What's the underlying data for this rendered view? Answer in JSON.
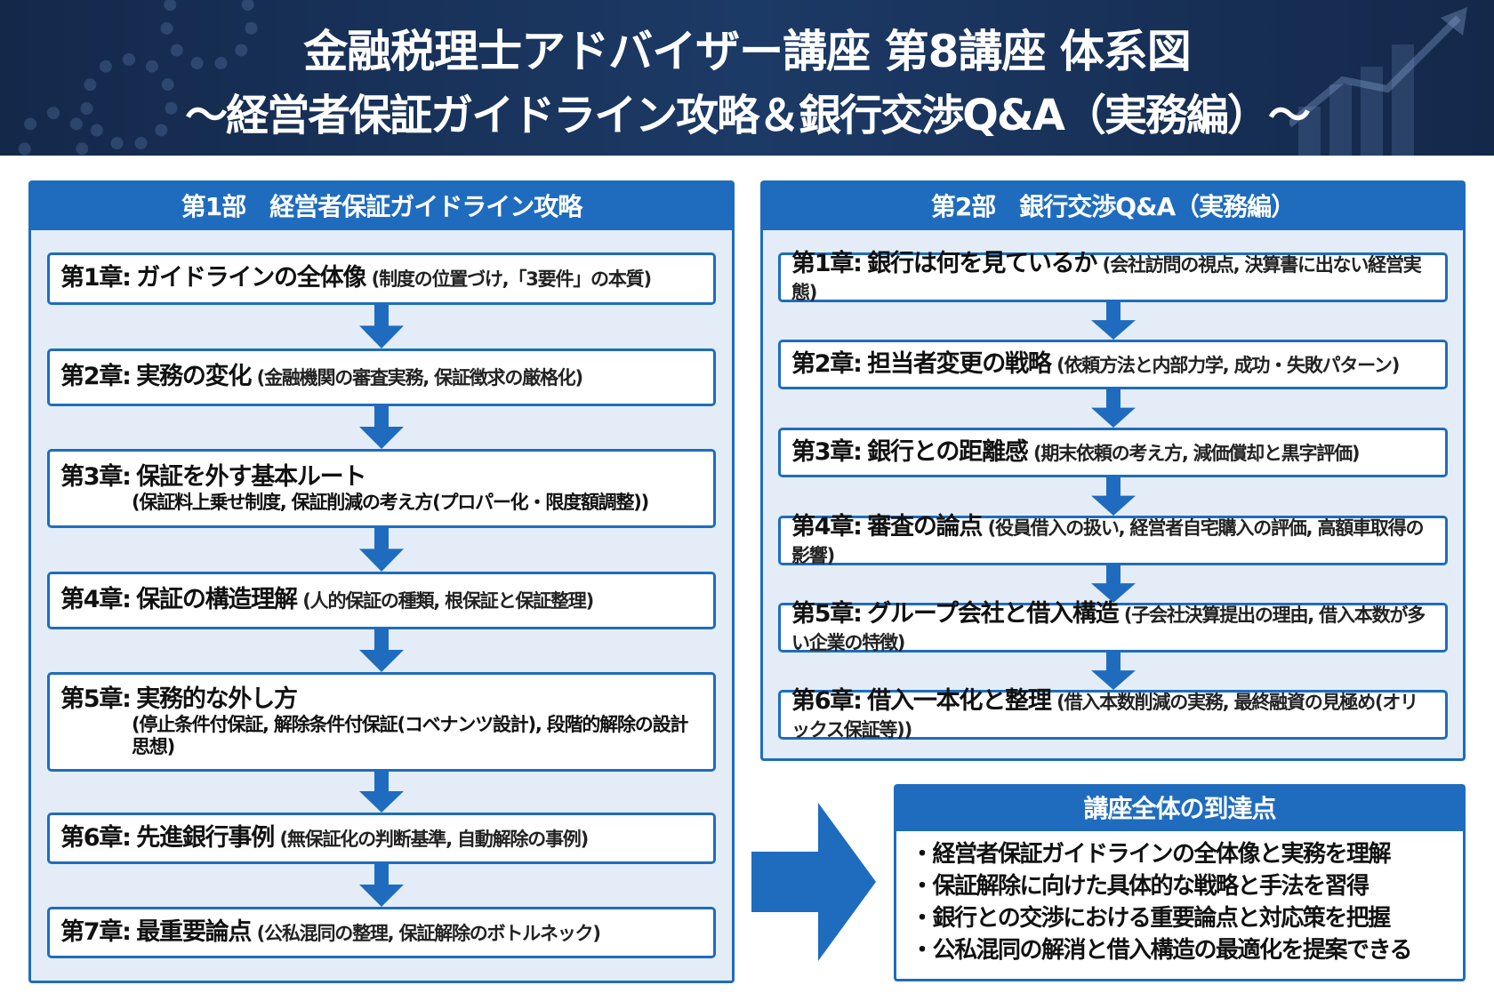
{
  "header": {
    "title": "金融税理士アドバイザー講座 第8講座 体系図",
    "subtitle": "～経営者保証ガイドライン攻略＆銀行交渉Q&A（実務編）～"
  },
  "part1": {
    "heading": "第1部　経営者保証ガイドライン攻略",
    "chapters": [
      {
        "label": "第1章:",
        "title": "ガイドラインの全体像",
        "detail": "(制度の位置づけ,「3要件」の本質)"
      },
      {
        "label": "第2章:",
        "title": "実務の変化",
        "detail": "(金融機関の審査実務, 保証徴求の厳格化)"
      },
      {
        "label": "第3章:",
        "title": "保証を外す基本ルート",
        "detail": "(保証料上乗せ制度, 保証削減の考え方(プロパー化・限度額調整))"
      },
      {
        "label": "第4章:",
        "title": "保証の構造理解",
        "detail": "(人的保証の種類, 根保証と保証整理)"
      },
      {
        "label": "第5章:",
        "title": "実務的な外し方",
        "detail": "(停止条件付保証, 解除条件付保証(コベナンツ設計), 段階的解除の設計思想)"
      },
      {
        "label": "第6章:",
        "title": "先進銀行事例",
        "detail": "(無保証化の判断基準, 自動解除の事例)"
      },
      {
        "label": "第7章:",
        "title": "最重要論点",
        "detail": "(公私混同の整理, 保証解除のボトルネック)"
      }
    ]
  },
  "part2": {
    "heading": "第2部　銀行交渉Q&A（実務編）",
    "chapters": [
      {
        "label": "第1章:",
        "title": "銀行は何を見ているか",
        "detail": "(会社訪問の視点, 決算書に出ない経営実態)"
      },
      {
        "label": "第2章:",
        "title": "担当者変更の戦略",
        "detail": "(依頼方法と内部力学, 成功・失敗パターン)"
      },
      {
        "label": "第3章:",
        "title": "銀行との距離感",
        "detail": "(期末依頼の考え方, 減価償却と黒字評価)"
      },
      {
        "label": "第4章:",
        "title": "審査の論点",
        "detail": "(役員借入の扱い, 経営者自宅購入の評価, 高額車取得の影響)"
      },
      {
        "label": "第5章:",
        "title": "グループ会社と借入構造",
        "detail": "(子会社決算提出の理由, 借入本数が多い企業の特徴)"
      },
      {
        "label": "第6章:",
        "title": "借入一本化と整理",
        "detail": "(借入本数削減の実務, 最終融資の見極め(オリックス保証等))"
      }
    ]
  },
  "summary": {
    "heading": "講座全体の到達点",
    "items": [
      "・経営者保証ガイドラインの全体像と実務を理解",
      "・保証解除に向けた具体的な戦略と手法を習得",
      "・銀行との交渉における重要論点と対応策を把握",
      "・公私混同の解消と借入構造の最適化を提案できる"
    ]
  },
  "colors": {
    "accent": "#1f6cbf",
    "header_bg": "#14284a",
    "panel_bg": "#e4edf7"
  }
}
